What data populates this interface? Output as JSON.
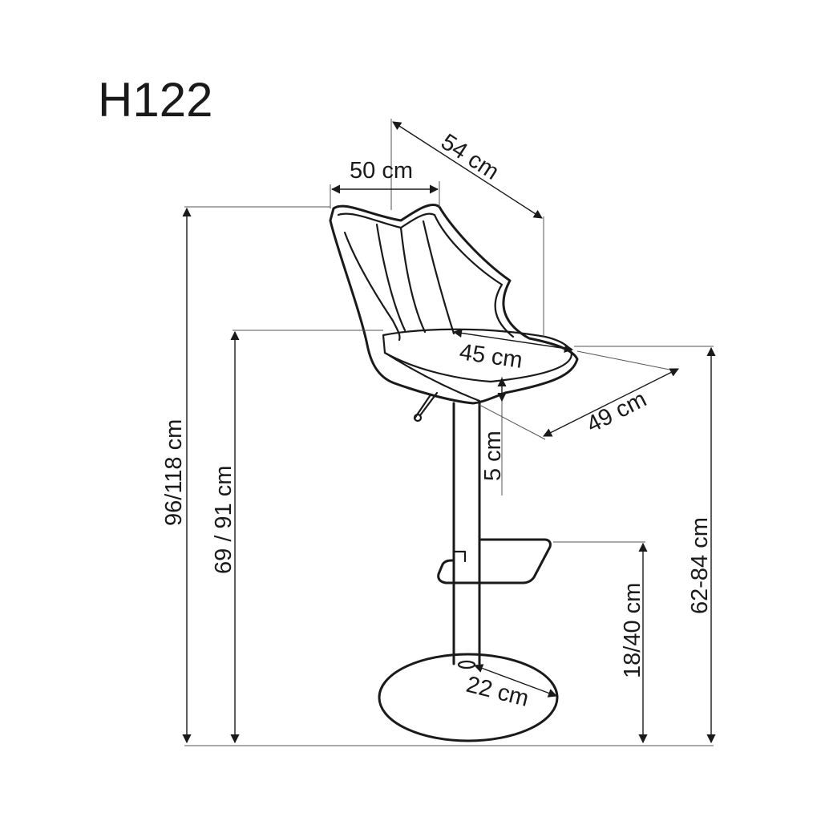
{
  "title": "H122",
  "dimensions": {
    "backrest_width": "50 cm",
    "depth": "54 cm",
    "seat_width": "45 cm",
    "seat_depth": "49 cm",
    "seat_thickness": "5 cm",
    "total_height": "96/118 cm",
    "armrest_height": "69 / 91 cm",
    "seat_height": "62-84 cm",
    "footrest_height": "18/40 cm",
    "base_radius": "22 cm"
  },
  "colors": {
    "ink": "#1a1a1a",
    "background": "#ffffff"
  }
}
